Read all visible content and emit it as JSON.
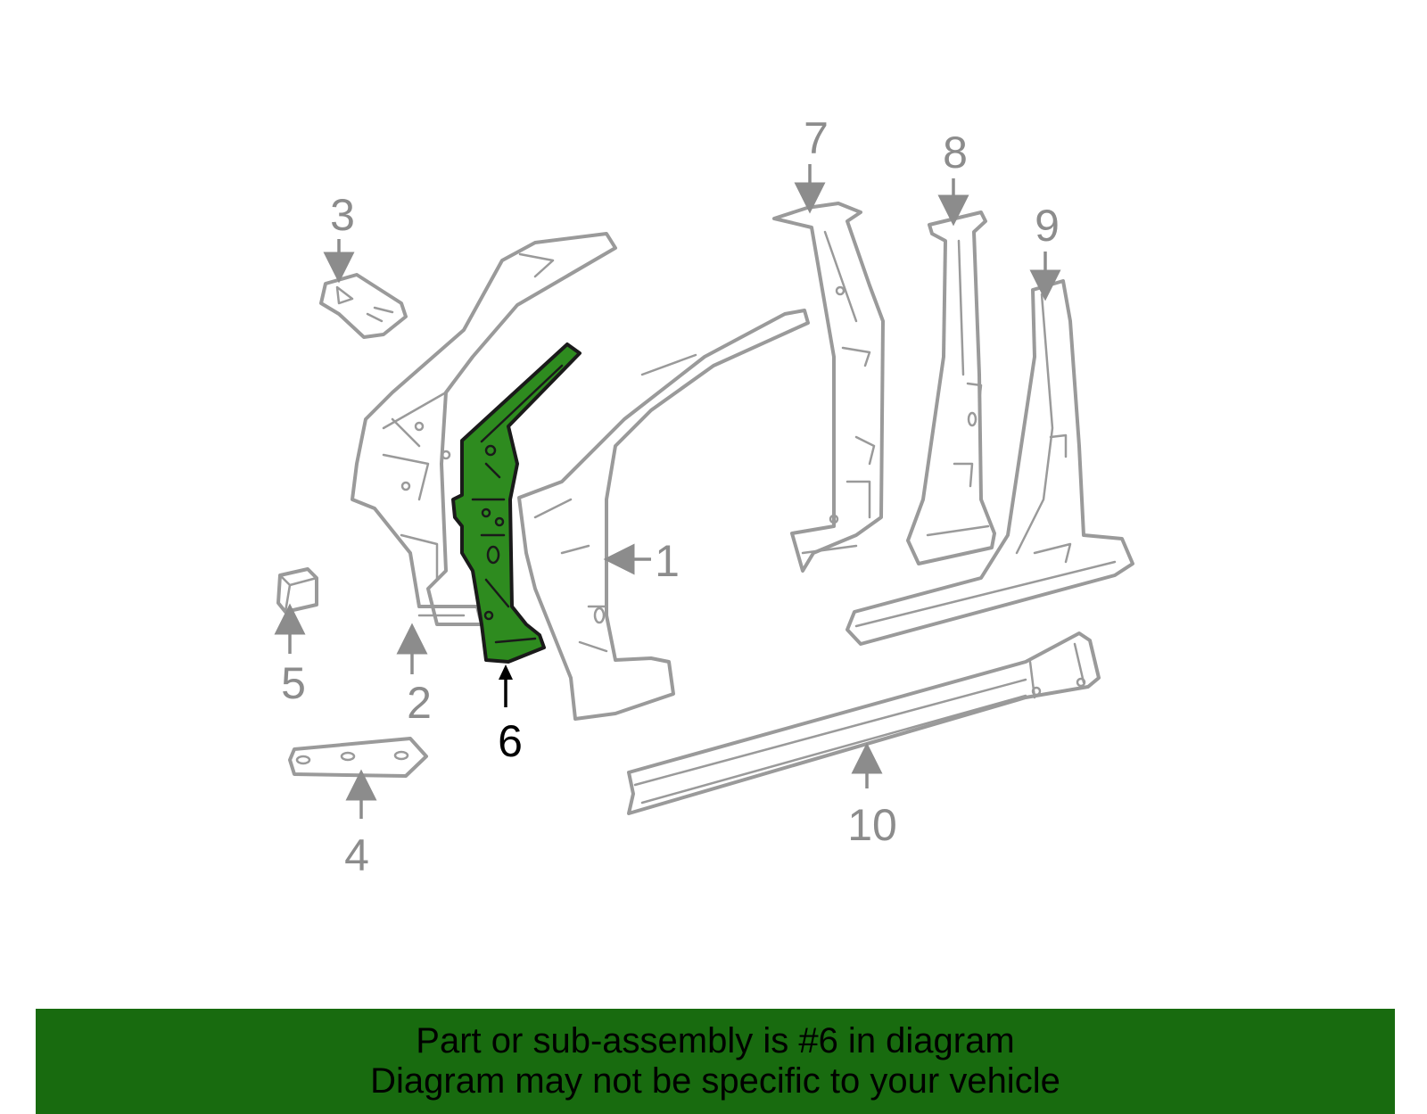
{
  "diagram": {
    "highlight_color": "#2e8b1f",
    "part_color": "#9a9a9a",
    "callouts": [
      {
        "id": "1",
        "label": "1"
      },
      {
        "id": "2",
        "label": "2"
      },
      {
        "id": "3",
        "label": "3"
      },
      {
        "id": "4",
        "label": "4"
      },
      {
        "id": "5",
        "label": "5"
      },
      {
        "id": "6",
        "label": "6",
        "highlighted": true
      },
      {
        "id": "7",
        "label": "7"
      },
      {
        "id": "8",
        "label": "8"
      },
      {
        "id": "9",
        "label": "9"
      },
      {
        "id": "10",
        "label": "10"
      }
    ]
  },
  "banner": {
    "line1": "Part or sub-assembly is #6 in diagram",
    "line2": "Diagram may not be specific to your vehicle",
    "background": "#186b0f"
  }
}
